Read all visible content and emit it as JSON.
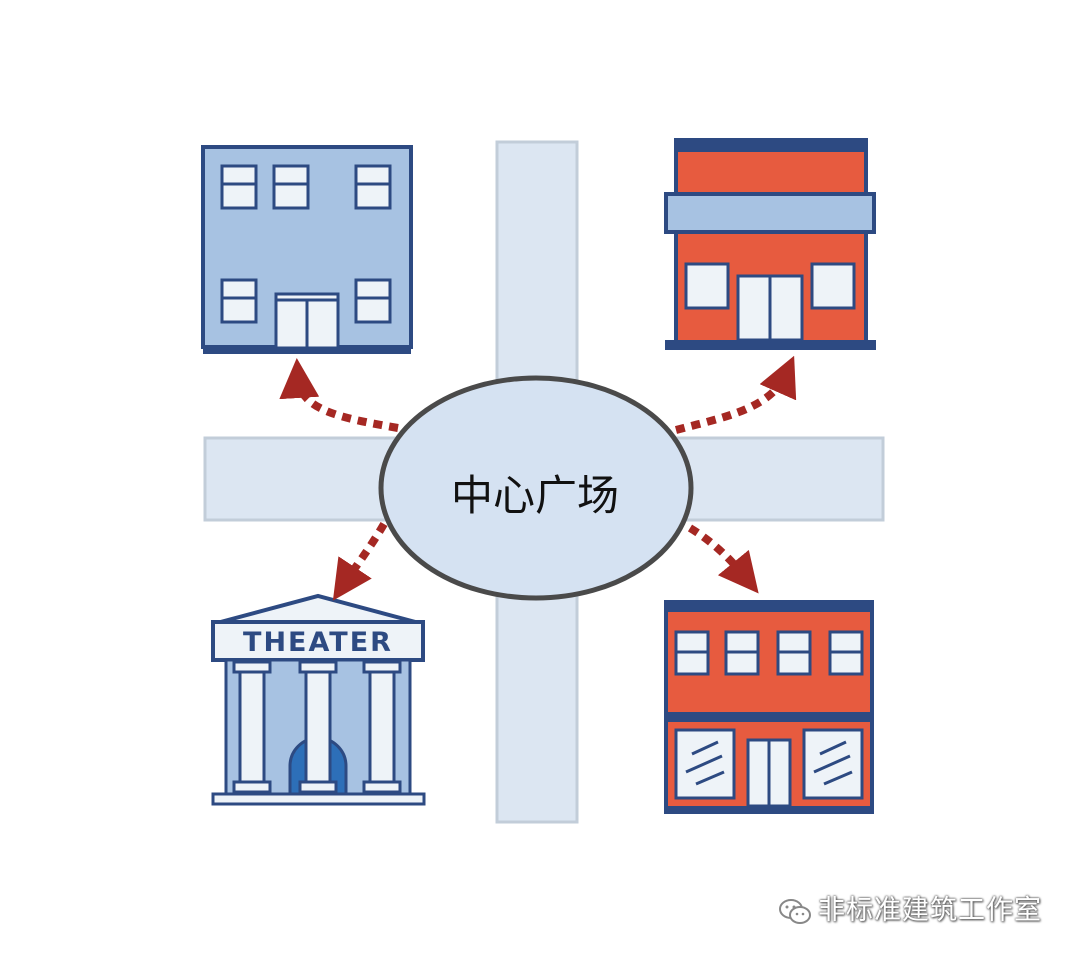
{
  "center": {
    "label": "中心广场"
  },
  "theater": {
    "sign": "THEATER"
  },
  "watermark": {
    "text": "非标准建筑工作室"
  },
  "colors": {
    "road": "#dce6f2",
    "road_edge": "#c2cdd9",
    "blue_building": "#a7c2e2",
    "navy": "#2d4a82",
    "red_building": "#e75b3f",
    "window": "#eef3f8",
    "plaza_fill": "#d5e2f2",
    "plaza_stroke": "#4a4a4a",
    "arrow": "#a52823"
  },
  "buildings": [
    {
      "name": "office-building",
      "color": "blue"
    },
    {
      "name": "shop-building",
      "color": "red"
    },
    {
      "name": "theater-building",
      "color": "blue"
    },
    {
      "name": "store-building",
      "color": "red"
    }
  ]
}
